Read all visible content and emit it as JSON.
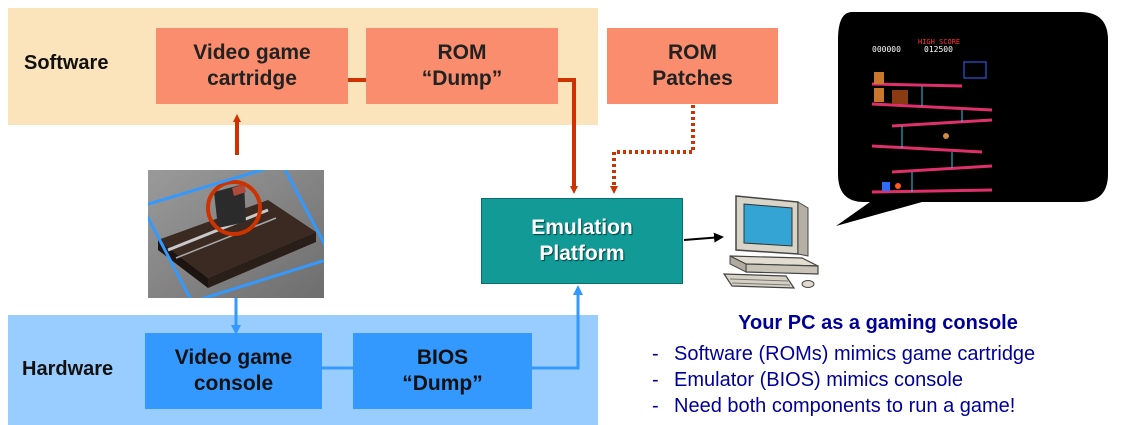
{
  "colors": {
    "software_band": "#FBE3BB",
    "hardware_band": "#99CCFF",
    "software_box": "#F98D6E",
    "hardware_box": "#3399FF",
    "emulation_box": "#119A96",
    "connector_software": "#CC3300",
    "connector_hardware": "#3399FF",
    "caption_text": "#000099"
  },
  "bands": {
    "software_label": "Software",
    "hardware_label": "Hardware"
  },
  "boxes": {
    "video_game_cartridge": "Video game\ncartridge",
    "rom_dump": "ROM\n“Dump”",
    "rom_patches": "ROM\nPatches",
    "emulation_platform": "Emulation\nPlatform",
    "video_game_console": "Video game\nconsole",
    "bios_dump": "BIOS\n“Dump”"
  },
  "images": {
    "console_photo": "game-console-photo",
    "pc": "desktop-computer-icon",
    "speech_bubble": "arcade-game-screenshot-bubble"
  },
  "caption": {
    "title": "Your PC as a gaming console",
    "bullets": [
      "Software (ROMs) mimics game cartridge",
      "Emulator (BIOS) mimics console",
      "Need both components to run a game!"
    ],
    "bullet_marker": "-"
  }
}
